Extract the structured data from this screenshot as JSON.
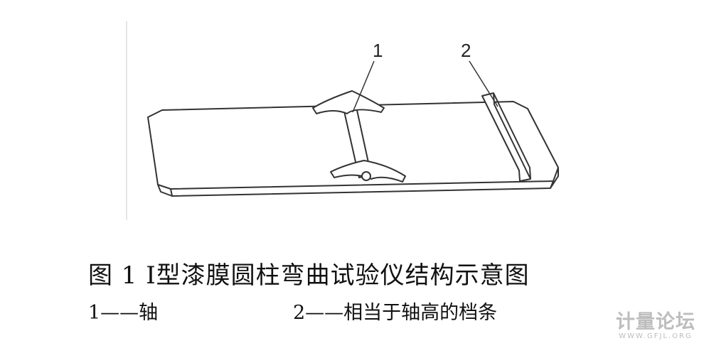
{
  "figure": {
    "labels": {
      "part1": "1",
      "part2": "2"
    },
    "caption": "图 1  Ⅰ型漆膜圆柱弯曲试验仪结构示意图",
    "legend": [
      {
        "text": "1——轴"
      },
      {
        "text": "2——相当于轴高的档条"
      }
    ]
  },
  "watermark": {
    "name": "计量论坛",
    "url": "WWW.GFJL.ORG"
  }
}
